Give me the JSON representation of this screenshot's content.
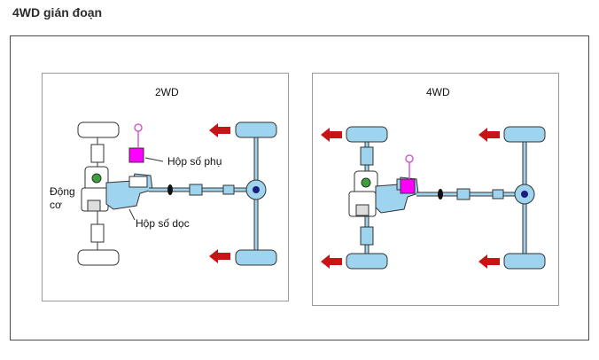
{
  "page": {
    "title": "4WD gián đoạn"
  },
  "panel_2wd": {
    "title": "2WD",
    "labels": {
      "transfer_case": "Hộp số phụ",
      "engine_line1": "Động",
      "engine_line2": "cơ",
      "transmission": "Hộp số dọc"
    }
  },
  "panel_4wd": {
    "title": "4WD"
  },
  "colors": {
    "wheel_driven": "#9ed4ee",
    "wheel_idle": "#ffffff",
    "transfer_case": "#ff00ff",
    "arrow": "#c81414",
    "drivetrain": "#9ed4ee",
    "outline": "#333333"
  }
}
